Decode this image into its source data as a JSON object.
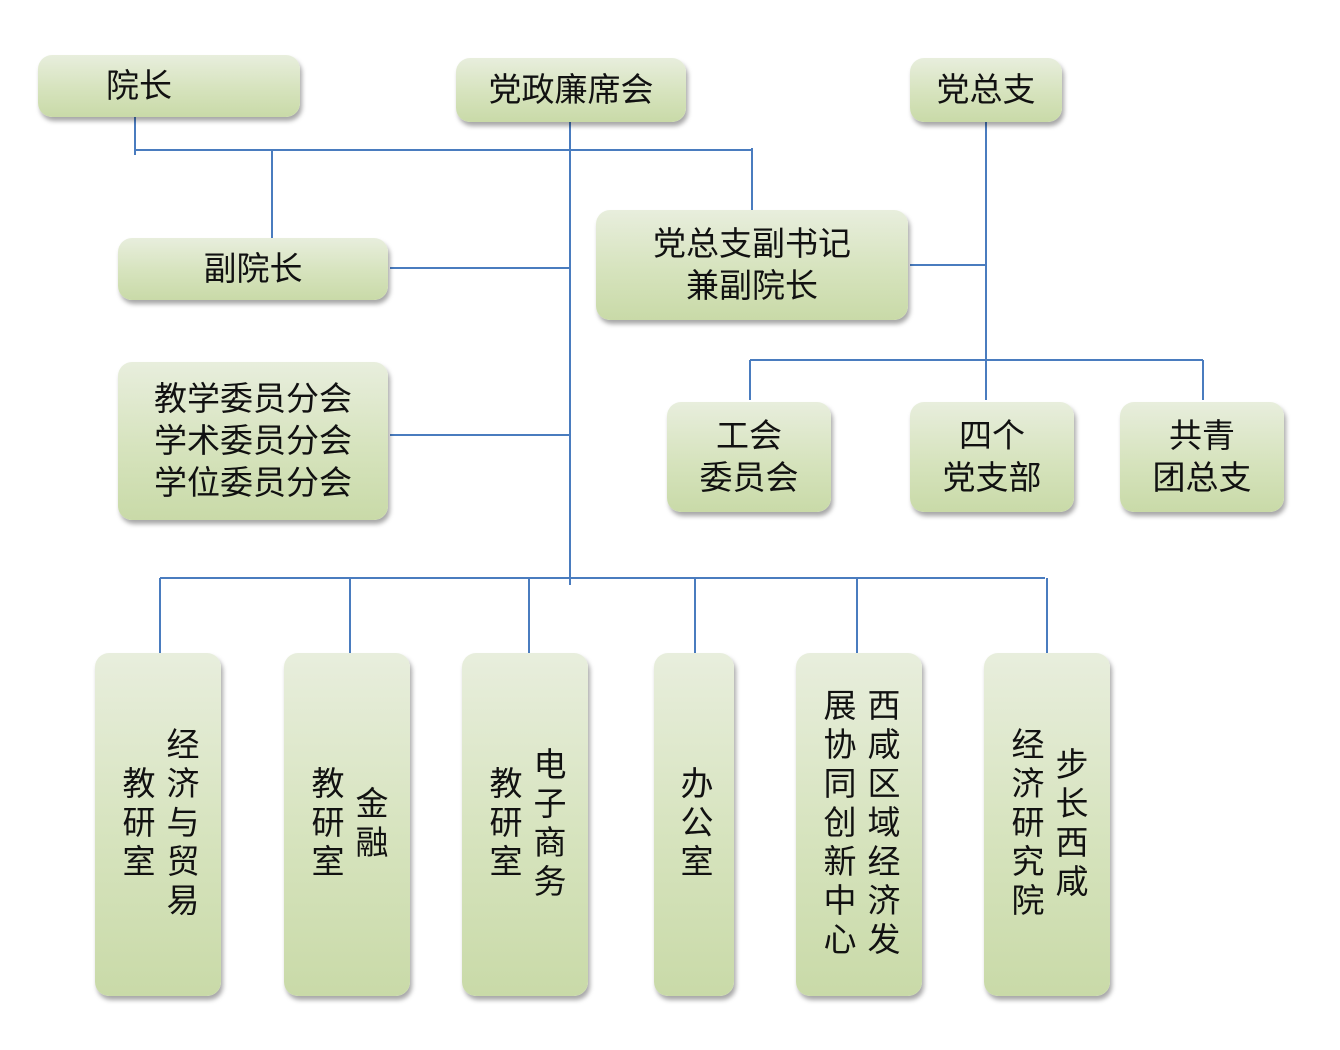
{
  "colors": {
    "line": "#4a7cbf",
    "box_top": "#e8eedd",
    "box_bottom": "#c9daa8"
  },
  "nodes": {
    "dean": "院长",
    "party_admin_meeting": "党政廉席会",
    "party_branch": "党总支",
    "vice_dean": "副院长",
    "deputy_secretary": "党总支副书记\n兼副院长",
    "committees": "教学委员分会\n学术委员分会\n学位委员分会",
    "trade_union": "工会\n委员会",
    "four_branches": "四个\n党支部",
    "youth_league": "共青\n团总支",
    "econ_trade": "经济与贸易\n教研室",
    "finance": "金融\n教研室",
    "ecommerce": "电子商务\n教研室",
    "office": "办公室",
    "innovation_center": "西咸区域经济发\n展协同创新中心",
    "research_institute": "步长西咸\n经济研究院"
  }
}
